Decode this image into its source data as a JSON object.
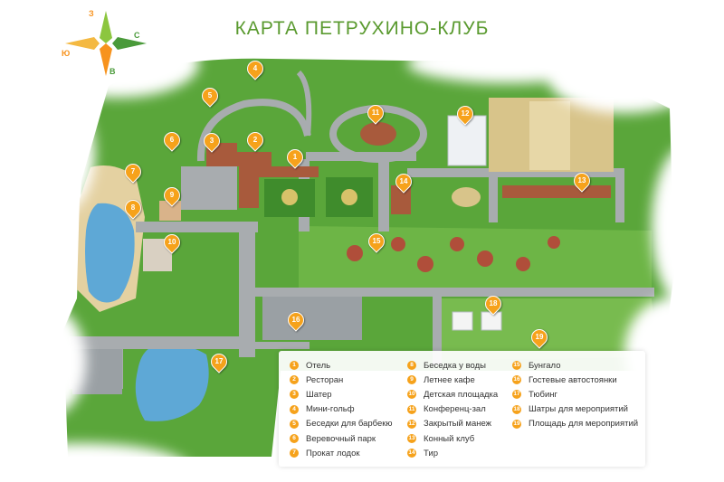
{
  "title": "КАРТА ПЕТРУХИНО-КЛУБ",
  "compass": {
    "north": "З",
    "east": "С",
    "south": "В",
    "west": "Ю"
  },
  "colors": {
    "accent": "#5a9a2f",
    "marker": "#f6a21b",
    "grass": "#5aa63a",
    "road": "#a8acaf",
    "water": "#5ea8d6"
  },
  "markers": [
    "1",
    "2",
    "3",
    "4",
    "5",
    "6",
    "7",
    "8",
    "9",
    "10",
    "11",
    "12",
    "13",
    "14",
    "15",
    "16",
    "17",
    "18",
    "19"
  ],
  "legend": [
    {
      "num": "1",
      "label": "Отель"
    },
    {
      "num": "2",
      "label": "Ресторан"
    },
    {
      "num": "3",
      "label": "Шатер"
    },
    {
      "num": "4",
      "label": "Мини-гольф"
    },
    {
      "num": "5",
      "label": "Беседки для барбекю"
    },
    {
      "num": "6",
      "label": "Веревочный парк"
    },
    {
      "num": "7",
      "label": "Прокат лодок"
    },
    {
      "num": "8",
      "label": "Беседка у воды"
    },
    {
      "num": "9",
      "label": "Летнее кафе"
    },
    {
      "num": "10",
      "label": "Детская площадка"
    },
    {
      "num": "11",
      "label": "Конференц-зал"
    },
    {
      "num": "12",
      "label": "Закрытый манеж"
    },
    {
      "num": "13",
      "label": "Конный клуб"
    },
    {
      "num": "14",
      "label": "Тир"
    },
    {
      "num": "15",
      "label": "Бунгало"
    },
    {
      "num": "16",
      "label": "Гостевые автостоянки"
    },
    {
      "num": "17",
      "label": "Тюбинг"
    },
    {
      "num": "18",
      "label": "Шатры для мероприятий"
    },
    {
      "num": "19",
      "label": "Площадь для мероприятий"
    }
  ]
}
